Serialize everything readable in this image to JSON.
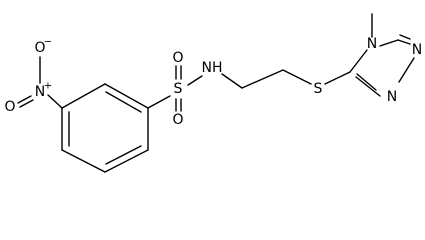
{
  "molecule": {
    "atoms": {
      "nitro_o_top": "O",
      "nitro_o_top_charge": "−",
      "nitro_n": "N",
      "nitro_n_charge": "+",
      "nitro_o_left": "O",
      "sulfonyl_o_top": "O",
      "sulfonyl_s": "S",
      "sulfonyl_o_bottom": "O",
      "amide_nh": "NH",
      "thioether_s": "S",
      "triazole_n4": "N",
      "triazole_n1": "N",
      "triazole_n2": "N"
    },
    "colors": {
      "bond": "#000000",
      "label": "#000000",
      "background": "#ffffff"
    }
  }
}
